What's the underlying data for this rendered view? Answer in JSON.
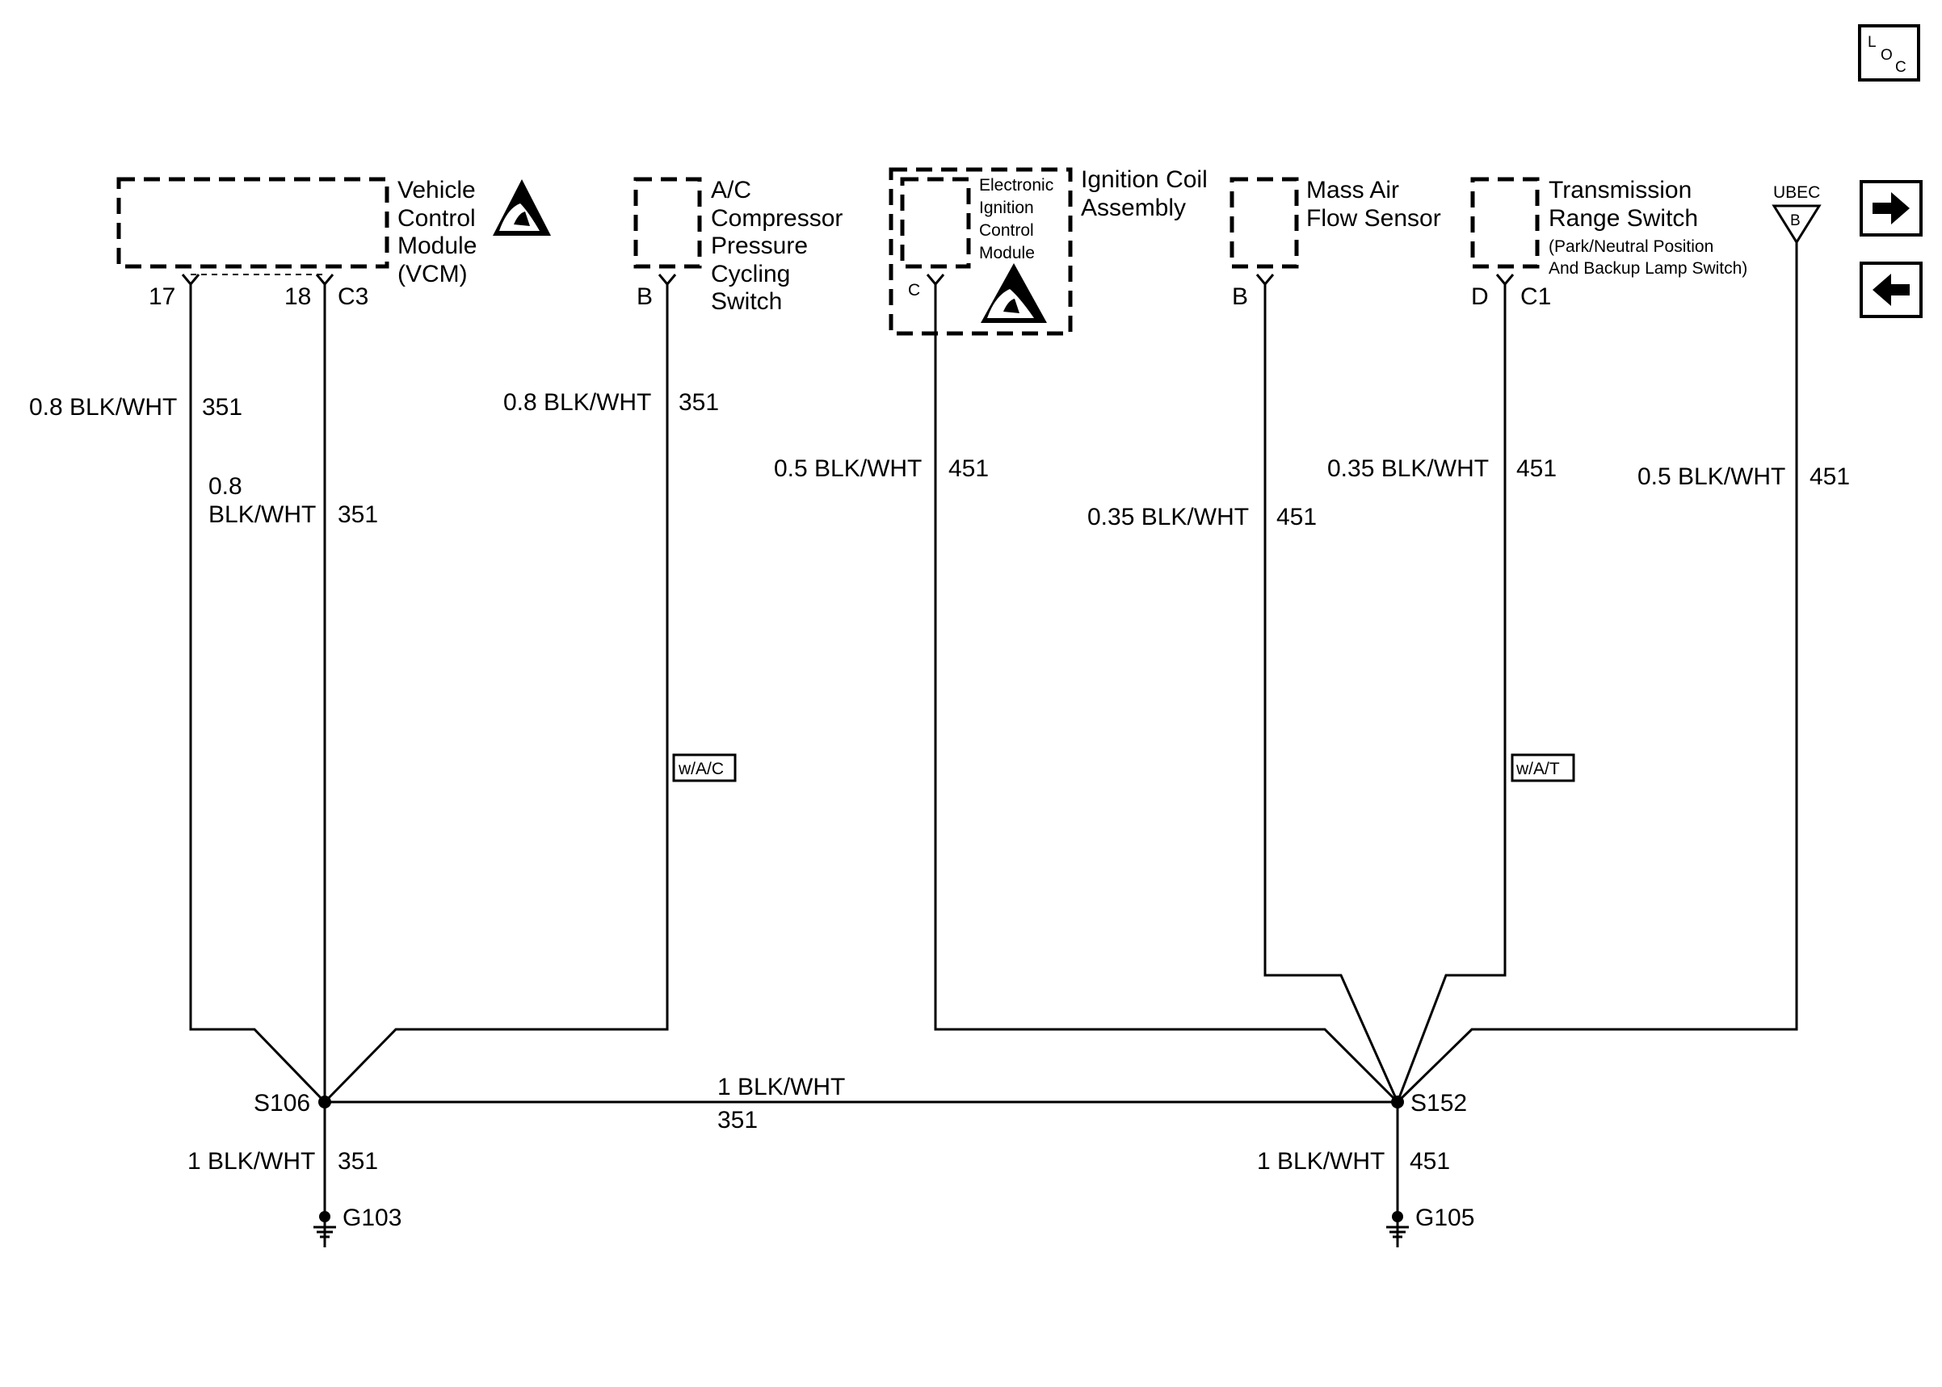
{
  "loc_icon": {
    "l": "L",
    "o": "O",
    "c": "C"
  },
  "nav": {
    "next": "arrow-right-icon",
    "prev": "arrow-left-icon"
  },
  "components": {
    "vcm": {
      "name": [
        "Vehicle",
        "Control",
        "Module",
        "(VCM)"
      ],
      "pin_a": "17",
      "pin_b": "18",
      "connector": "C3"
    },
    "ac_switch": {
      "name": [
        "A/C",
        "Compressor",
        "Pressure",
        "Cycling",
        "Switch"
      ],
      "pin": "B"
    },
    "icm": {
      "name": [
        "Electronic",
        "Ignition",
        "Control",
        "Module"
      ],
      "pin": "C"
    },
    "ignition_coil": {
      "name": [
        "Ignition Coil",
        "Assembly"
      ]
    },
    "maf": {
      "name": [
        "Mass Air",
        "Flow Sensor"
      ],
      "pin": "B"
    },
    "trs": {
      "name": [
        "Transmission",
        "Range Switch"
      ],
      "sub": [
        "(Park/Neutral Position",
        "And Backup Lamp Switch)"
      ],
      "pin": "D",
      "connector": "C1"
    },
    "ubec": {
      "label": "UBEC",
      "pin": "B"
    }
  },
  "wires": {
    "vcm17": {
      "gauge_color": "0.8 BLK/WHT",
      "circuit": "351"
    },
    "vcm18": {
      "gauge_top": "0.8",
      "gauge_bottom": "BLK/WHT",
      "circuit": "351"
    },
    "ac": {
      "gauge_color": "0.8 BLK/WHT",
      "circuit": "351",
      "option": "w/A/C"
    },
    "icm": {
      "gauge_color": "0.5 BLK/WHT",
      "circuit": "451"
    },
    "maf": {
      "gauge_color": "0.35 BLK/WHT",
      "circuit": "451"
    },
    "trs": {
      "gauge_color": "0.35 BLK/WHT",
      "circuit": "451",
      "option": "w/A/T"
    },
    "ubec": {
      "gauge_color": "0.5 BLK/WHT",
      "circuit": "451"
    },
    "bus": {
      "gauge_color": "1 BLK/WHT",
      "circuit": "351"
    },
    "g103": {
      "gauge_color": "1 BLK/WHT",
      "circuit": "351"
    },
    "g105": {
      "gauge_color": "1 BLK/WHT",
      "circuit": "451"
    }
  },
  "splices": {
    "s106": "S106",
    "s152": "S152"
  },
  "grounds": {
    "g103": "G103",
    "g105": "G105"
  }
}
